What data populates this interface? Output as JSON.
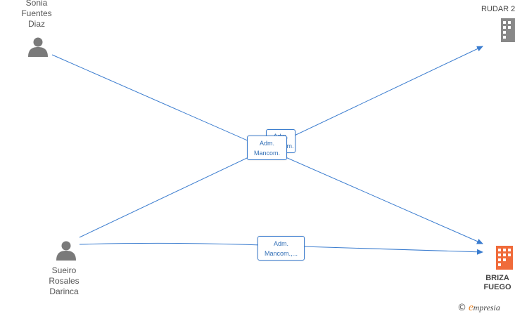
{
  "colors": {
    "edge": "#3a7ccf",
    "person_icon": "#7a7a7a",
    "company_icon": "#888888",
    "company_highlight_icon": "#f06b3a"
  },
  "nodes": {
    "sonia": {
      "label": "Sonia\nFuentes\nDiaz",
      "icon": "person-icon"
    },
    "sueiro": {
      "label": "Sueiro\nRosales\nDarinca",
      "icon": "person-icon"
    },
    "rudar": {
      "label": "RUDAR 2",
      "icon": "building-icon"
    },
    "briza": {
      "label": "BRIZA\nFUEGO",
      "icon": "building-icon"
    }
  },
  "edges": {
    "back_label": "Adm.\nMancom.",
    "front_label": "Adm.\nMancom.",
    "bottom_label": "Adm.\nMancom.,..."
  },
  "watermark": {
    "copyright": "©",
    "brand_initial": "e",
    "brand_rest": "mpresia"
  }
}
